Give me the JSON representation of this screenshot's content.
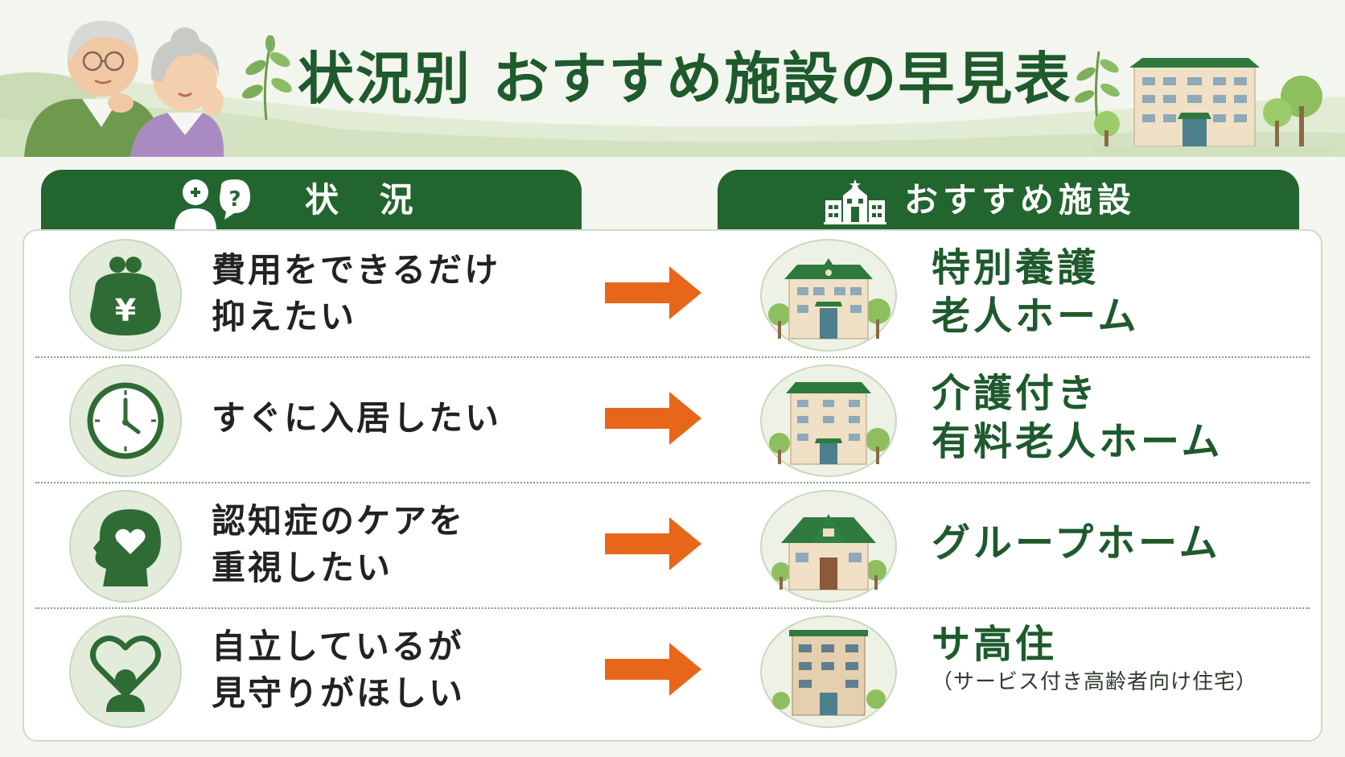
{
  "title": "状況別 おすすめ施設の早見表",
  "header": {
    "left_label": "状 況",
    "right_label": "おすすめ施設"
  },
  "rows": [
    {
      "situation": [
        "費用をできるだけ",
        "抑えたい"
      ],
      "facility": [
        "特別養護",
        "老人ホーム"
      ],
      "icon": "yen-purse-icon"
    },
    {
      "situation": [
        "すぐに入居したい"
      ],
      "facility": [
        "介護付き",
        "有料老人ホーム"
      ],
      "icon": "clock-icon"
    },
    {
      "situation": [
        "認知症のケアを",
        "重視したい"
      ],
      "facility": [
        "グループホーム"
      ],
      "icon": "head-heart-icon"
    },
    {
      "situation": [
        "自立しているが",
        "見守りがほしい"
      ],
      "facility": [
        "サ高住"
      ],
      "facility_note": "（サービス付き高齢者向け住宅）",
      "icon": "person-heart-icon"
    }
  ],
  "colors": {
    "primary_green": "#23652f",
    "title_green": "#1e5a2c",
    "arrow_orange": "#e8661a",
    "background": "#f4f6ef"
  }
}
